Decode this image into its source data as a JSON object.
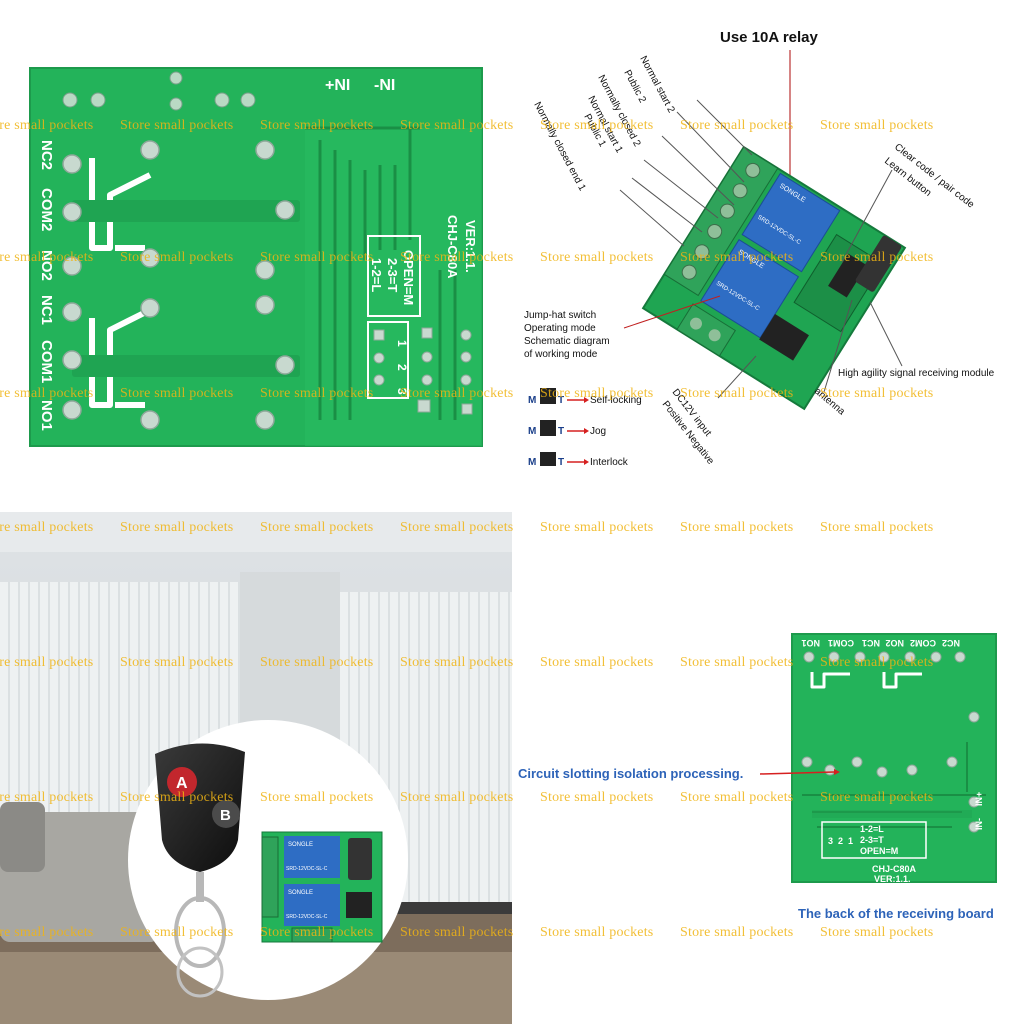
{
  "board_back_top_left": {
    "power_labels": [
      "+NI",
      "-NI"
    ],
    "terminal_labels": [
      "NC2",
      "COM2",
      "NO2",
      "NC1",
      "COM1",
      "NO1"
    ],
    "model": "CHJ-C80A",
    "version": "VER:1.1.",
    "jumper_lines": [
      "1-2=L",
      "2-3=T",
      "OPEN=M"
    ],
    "jumper_pins": [
      "3",
      "2",
      "1"
    ]
  },
  "diagram": {
    "title": "Use 10A relay",
    "left_labels": [
      "Normal start 2",
      "Public 2",
      "Normally closed 2",
      "Normal start 1",
      "Public 1",
      "Normally closed end 1"
    ],
    "right_labels": [
      "Clear code / pair code",
      "Learn button"
    ],
    "jump_hat_lines": [
      "Jump-hat switch",
      "Operating mode",
      "Schematic diagram",
      "of working mode"
    ],
    "signal_module": "High agility signal receiving module",
    "dc_lines": [
      "DC12V input",
      "Positive Negative"
    ],
    "antenna": "antenna",
    "modes": [
      {
        "m": "M",
        "t": "T",
        "label": "Self-locking"
      },
      {
        "m": "M",
        "t": "T",
        "label": "Jog"
      },
      {
        "m": "M",
        "t": "T",
        "label": "Interlock"
      }
    ],
    "relay_brand": "SONGLE",
    "relay_model": "SRD-12VDC-SL-C"
  },
  "remote_photo": {
    "button_a": "A",
    "button_b": "B",
    "relay_brand": "SONGLE",
    "relay_model": "SRD-12VDC-SL-C"
  },
  "board_back_bottom_right": {
    "caption_slotting": "Circuit slotting isolation processing.",
    "caption_back": "The back of the receiving board",
    "terminal_labels": [
      "NC2",
      "COM2",
      "NO2",
      "NC1",
      "COM1",
      "NO1"
    ],
    "power_labels": [
      "IN-",
      "IN+"
    ],
    "model": "CHJ-C80A",
    "version": "VER:1.1.",
    "jumper_lines": [
      "1-2=L",
      "2-3=T",
      "OPEN=M"
    ],
    "jumper_pins": [
      "3",
      "2",
      "1"
    ]
  },
  "watermark": "Store small pockets",
  "colors": {
    "pcb_green": "#23b35a",
    "pcb_dark_trace": "#1a8f45",
    "relay_blue": "#2e6dc4",
    "terminal_green": "#2fa35a",
    "caption_blue": "#2d63b8",
    "watermark": "#f0b414",
    "arrow_red": "#d62020"
  }
}
